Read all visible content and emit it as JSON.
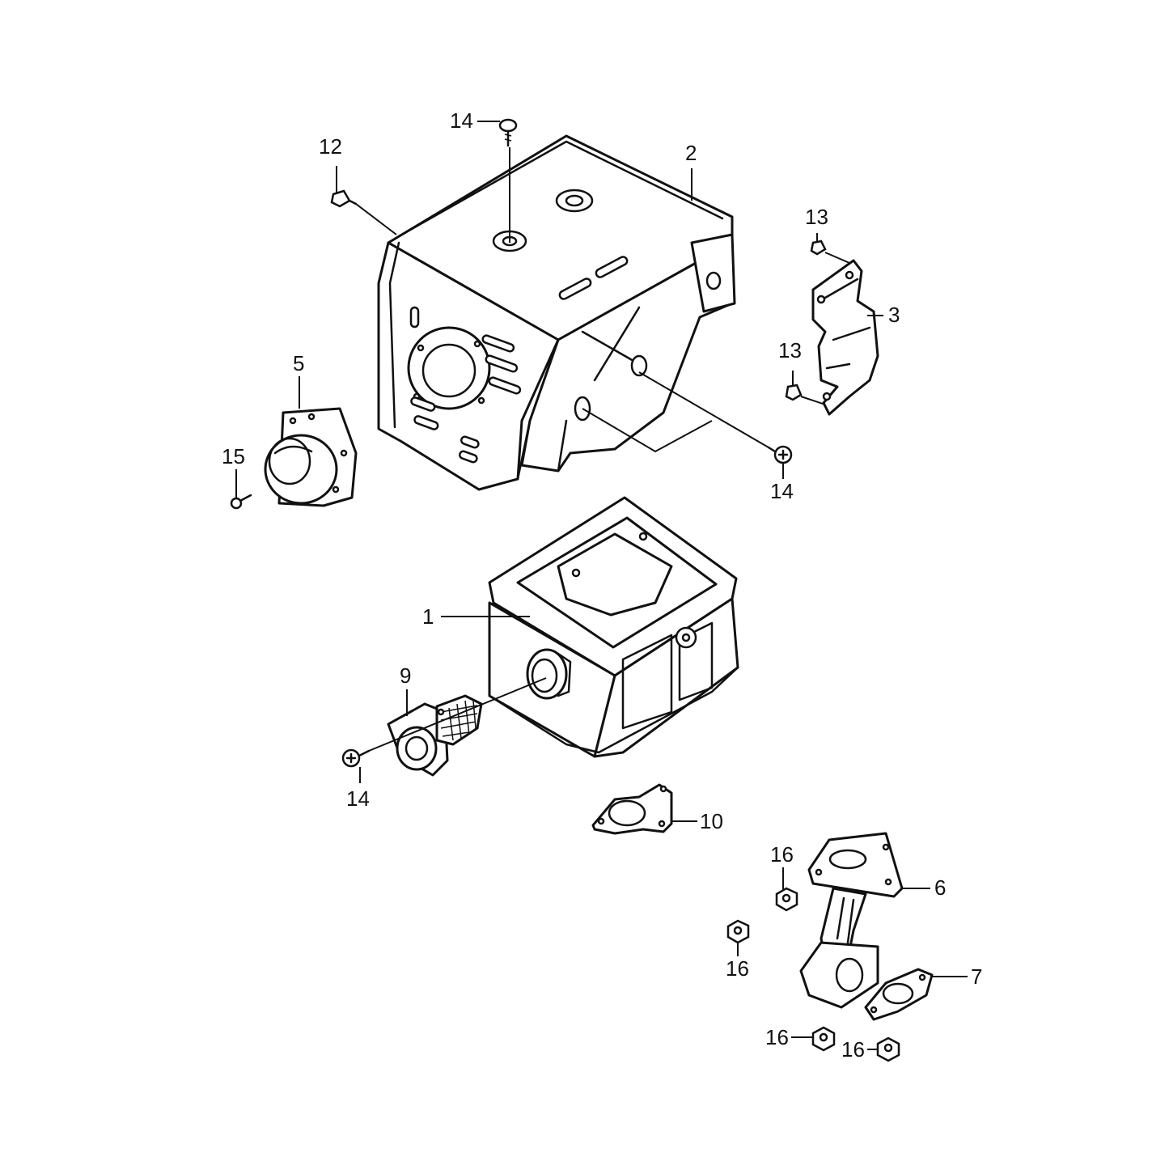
{
  "callouts": {
    "c1": "1",
    "c2": "2",
    "c3": "3",
    "c5": "5",
    "c6": "6",
    "c7": "7",
    "c9": "9",
    "c10": "10",
    "c12": "12",
    "c13a": "13",
    "c13b": "13",
    "c14a": "14",
    "c14b": "14",
    "c14c": "14",
    "c15": "15",
    "c16a": "16",
    "c16b": "16",
    "c16c": "16",
    "c16d": "16"
  }
}
